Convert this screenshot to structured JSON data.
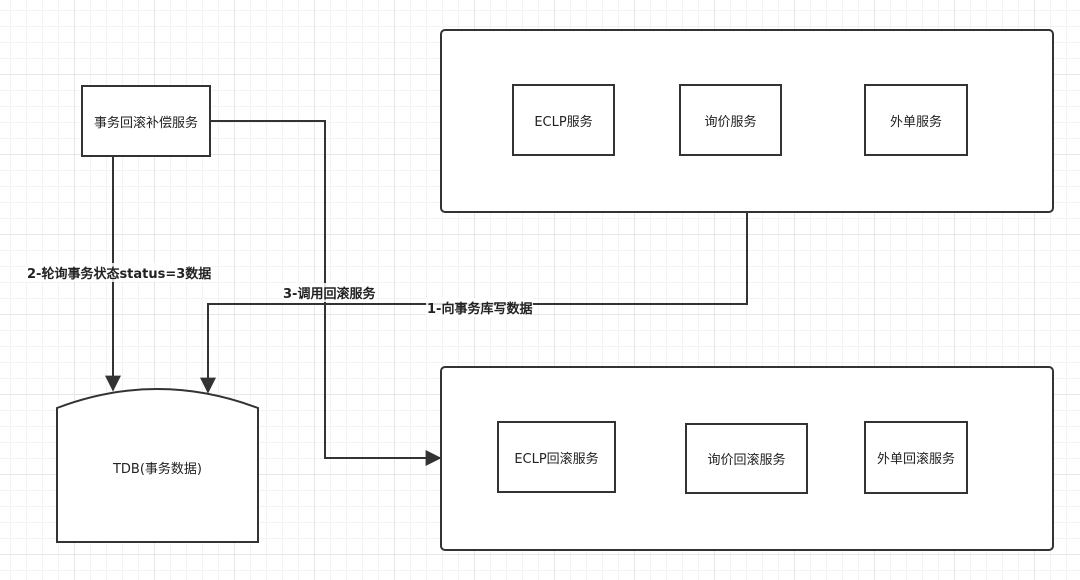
{
  "compensation_service": "事务回滚补偿服务",
  "top_group": {
    "eclp": "ECLP服务",
    "inquiry": "询价服务",
    "external": "外单服务"
  },
  "bottom_group": {
    "eclp_rollback": "ECLP回滚服务",
    "inquiry_rollback": "询价回滚服务",
    "external_rollback": "外单回滚服务"
  },
  "database": "TDB(事务数据)",
  "edges": {
    "write": "1-向事务库写数据",
    "poll": "2-轮询事务状态status=3数据",
    "invoke": "3-调用回滚服务"
  },
  "colors": {
    "stroke": "#333333",
    "background": "#ffffff"
  }
}
